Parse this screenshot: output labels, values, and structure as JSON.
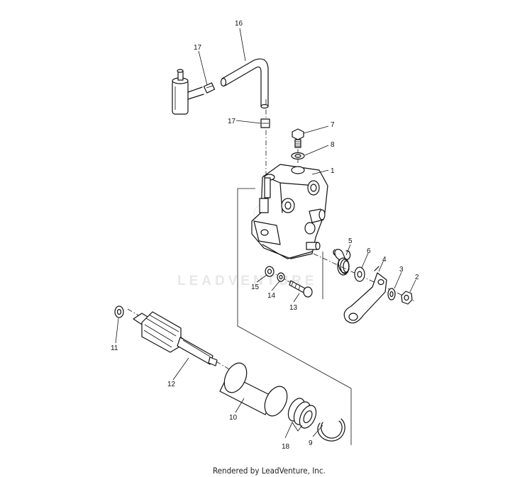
{
  "callouts": {
    "c1": "1",
    "c2": "2",
    "c3": "3",
    "c4": "4",
    "c5": "5",
    "c6": "6",
    "c7": "7",
    "c8": "8",
    "c9": "9",
    "c10": "10",
    "c11": "11",
    "c12": "12",
    "c13": "13",
    "c14": "14",
    "c15": "15",
    "c16": "16",
    "c17a": "17",
    "c17b": "17",
    "c18": "18"
  },
  "watermark": "LEADVENTURE",
  "footer": "Rendered by LeadVenture, Inc."
}
